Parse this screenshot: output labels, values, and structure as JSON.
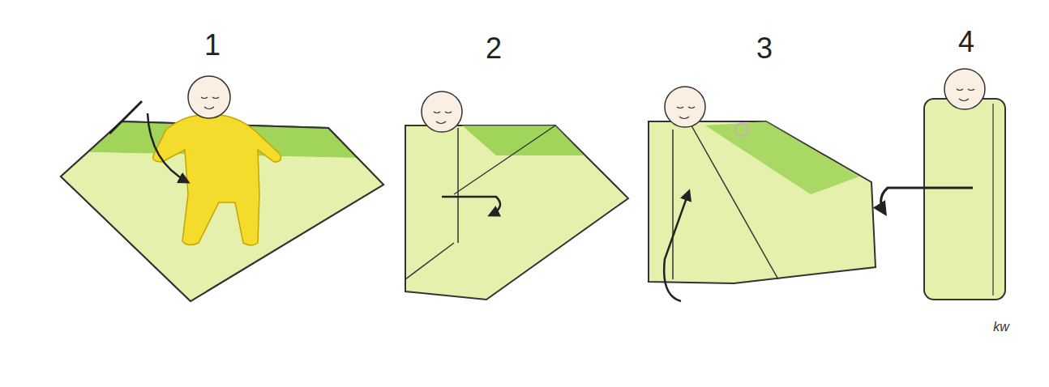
{
  "diagram": {
    "labels": [
      "1",
      "2",
      "3",
      "4",
      "kw"
    ]
  }
}
